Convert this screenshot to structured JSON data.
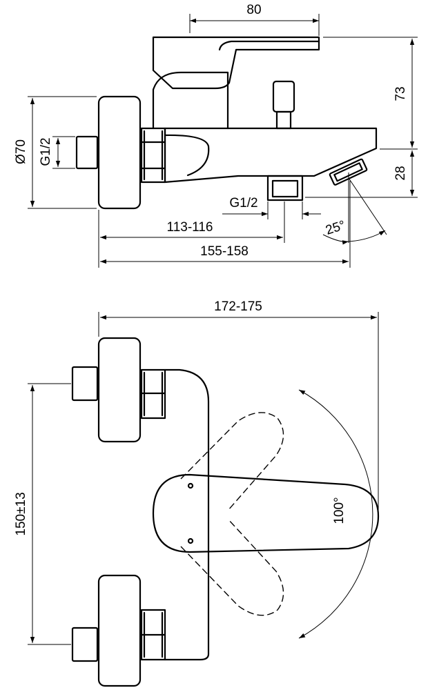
{
  "dimensions": {
    "top_width": "80",
    "lever_height": "73",
    "diameter": "Ø70",
    "inlet_thread": "G1/2",
    "outlet_thread": "G1/2",
    "spout_drop": "28",
    "spout_angle": "25°",
    "wall_to_outlet": "113-116",
    "wall_to_spout_tip": "155-158",
    "overall_depth": "172-175",
    "inlet_spacing": "150±13",
    "lever_rotation": "100°"
  },
  "colors": {
    "line": "#000000",
    "background": "#ffffff"
  }
}
